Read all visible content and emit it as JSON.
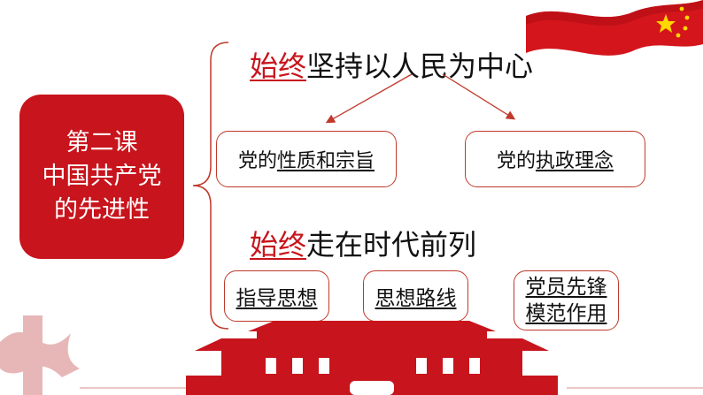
{
  "title_box": {
    "line1": "第二课",
    "line2": "中国共产党",
    "line3": "的先进性"
  },
  "heading1": {
    "highlight": "始终",
    "rest": "坚持以人民为中心"
  },
  "heading2": {
    "highlight": "始终",
    "rest": "走在时代前列"
  },
  "node_nature": {
    "prefix": "党的",
    "underlined": "性质和宗旨"
  },
  "node_concept": {
    "prefix": "党的",
    "underlined": "执政理念"
  },
  "node_thought": {
    "label": "指导思想"
  },
  "node_line": {
    "label": "思想路线"
  },
  "node_member": {
    "line1": "党员先锋",
    "line2": "模范作用"
  },
  "colors": {
    "accent": "#c8141c",
    "border": "#c0392b"
  }
}
